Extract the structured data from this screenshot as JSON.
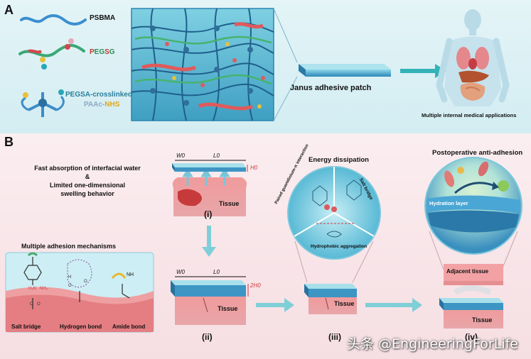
{
  "panel_a": {
    "label": "A",
    "components": [
      {
        "name": "PSBMA"
      },
      {
        "name_parts": [
          {
            "t": "P",
            "c": "#c0392b"
          },
          {
            "t": "EG",
            "c": "#2e8b57"
          },
          {
            "t": "S",
            "c": "#c0392b"
          },
          {
            "t": "G",
            "c": "#2e8b57"
          }
        ]
      },
      {
        "line1": "PEGSA-crosslinked",
        "line2_parts": [
          {
            "t": "PAAc-",
            "c": "#8aa9c6"
          },
          {
            "t": "NHS",
            "c": "#e1a61b"
          }
        ]
      }
    ],
    "patch_label": "Janus adhesive patch",
    "application_label": "Multiple internal medical applications"
  },
  "panel_b": {
    "label": "B",
    "water_text": [
      "Fast absorption of interfacial water",
      "&",
      "Limited one-dimensional",
      "swelling behavior"
    ],
    "stage_i": {
      "label": "(i)",
      "w": "W0",
      "l": "L0",
      "h": "H0",
      "tissue": "Tissue"
    },
    "stage_ii": {
      "label": "(ii)",
      "w": "W0",
      "l": "L0",
      "h": "2H0",
      "tissue": "Tissue"
    },
    "stage_iii": {
      "label": "(iii)",
      "tissue": "Tissue"
    },
    "stage_iv": {
      "label": "(iv)",
      "tissue": "Tissue",
      "adjacent": "Adjacent tissue"
    },
    "adhesion": {
      "title": "Multiple adhesion mechanisms",
      "bonds": [
        "Salt bridge",
        "Hydrogen bond",
        "Amide bond"
      ],
      "nh": "NH"
    },
    "energy": {
      "title": "Energy dissipation",
      "sectors": [
        "Paired guanidinium-π interaction",
        "Salt bridge",
        "Hydrophobic aggregation"
      ]
    },
    "anti_adhesion": {
      "title": "Postoperative anti-adhesion",
      "layer": "Hydration layer"
    }
  },
  "watermark": "头条 @EngineeringForLife",
  "colors": {
    "cyan": "#36b8c4",
    "pink": "#f3b2b6",
    "tissue": "#e87f80",
    "blue": "#3b8bc4"
  }
}
